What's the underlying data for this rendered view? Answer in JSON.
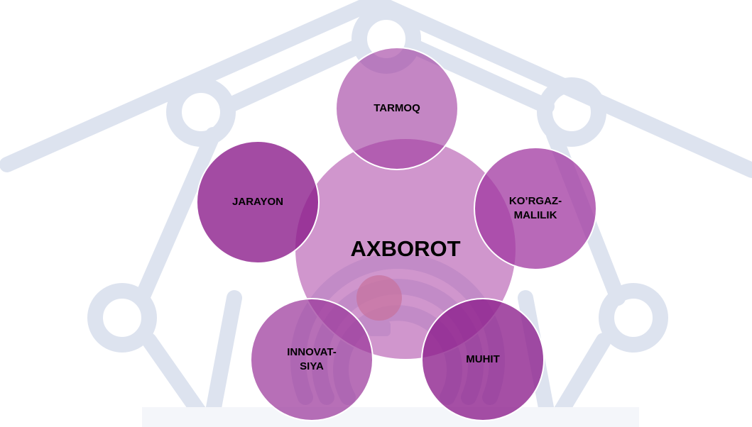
{
  "diagram": {
    "center": {
      "label": "AXBOROT"
    },
    "nodes": [
      {
        "id": "top",
        "label": "TARMOQ"
      },
      {
        "id": "right",
        "label": "KO’RGAZ-\nMALILIK"
      },
      {
        "id": "bottom_right",
        "label": "MUHIT"
      },
      {
        "id": "bottom_left",
        "label": "INNOVAT-\nSIYA"
      },
      {
        "id": "left",
        "label": "JARAYON"
      }
    ]
  },
  "colors": {
    "circle_fill": "#9C3C9C",
    "circle_border": "#FFFFFF",
    "watermark": "#DDE3EF",
    "watermark_bulb": "#EAA88E",
    "text": "#000000"
  }
}
